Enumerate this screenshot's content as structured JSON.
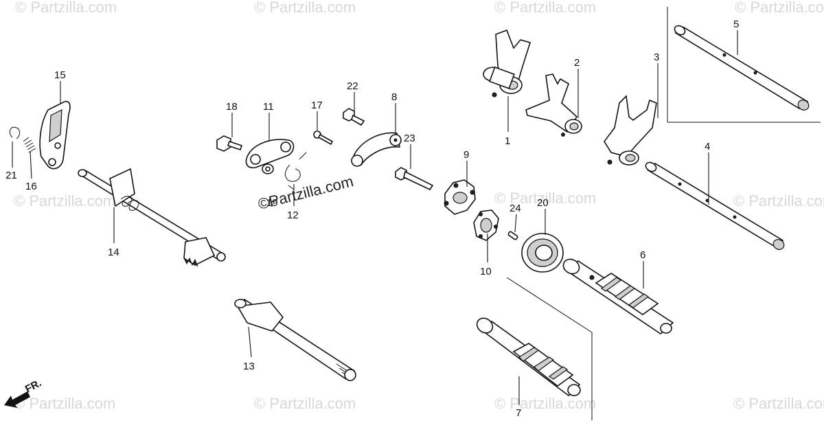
{
  "watermark": "© Partzilla.com",
  "center_watermark": "©Partzilla.com",
  "front_marker": "FR.",
  "callouts": [
    "1",
    "2",
    "3",
    "4",
    "5",
    "6",
    "7",
    "8",
    "9",
    "10",
    "11",
    "12",
    "13",
    "14",
    "15",
    "16",
    "17",
    "18",
    "19",
    "20",
    "21",
    "22",
    "23",
    "24"
  ]
}
